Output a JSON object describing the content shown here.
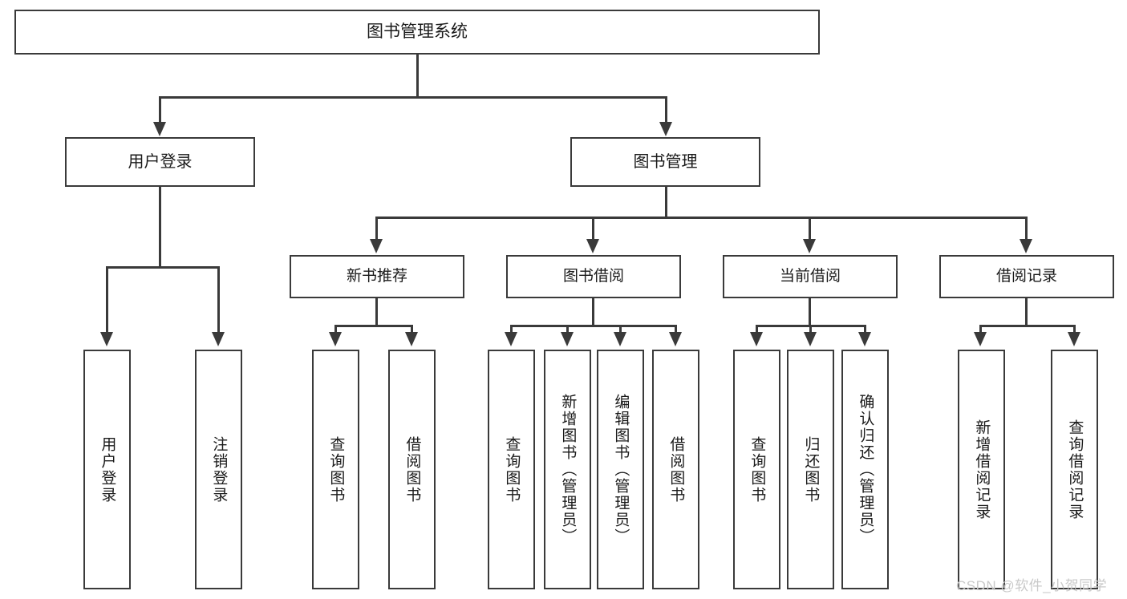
{
  "diagram": {
    "type": "tree",
    "title": "图书管理系统",
    "root": {
      "label": "图书管理系统"
    },
    "level1": [
      {
        "label": "用户登录"
      },
      {
        "label": "图书管理"
      }
    ],
    "level2": [
      {
        "label": "新书推荐",
        "parent": "图书管理"
      },
      {
        "label": "图书借阅",
        "parent": "图书管理"
      },
      {
        "label": "当前借阅",
        "parent": "图书管理"
      },
      {
        "label": "借阅记录",
        "parent": "图书管理"
      }
    ],
    "leaves": {
      "user_login": [
        {
          "label": "用户登录"
        },
        {
          "label": "注销登录"
        }
      ],
      "new_book_recommend": [
        {
          "label": "查询图书"
        },
        {
          "label": "借阅图书"
        }
      ],
      "book_borrow": [
        {
          "label": "查询图书"
        },
        {
          "label": "新增图书（管理员）"
        },
        {
          "label": "编辑图书（管理员）"
        },
        {
          "label": "借阅图书"
        }
      ],
      "current_borrow": [
        {
          "label": "查询图书"
        },
        {
          "label": "归还图书"
        },
        {
          "label": "确认归还（管理员）"
        }
      ],
      "borrow_record": [
        {
          "label": "新增借阅记录"
        },
        {
          "label": "查询借阅记录"
        }
      ]
    }
  },
  "watermark": {
    "text": "CSDN @软件_小贺同学"
  },
  "colors": {
    "stroke": "#3a3a3a",
    "background": "#ffffff",
    "text": "#1a1a1a",
    "watermark": "#c9c9c9"
  }
}
